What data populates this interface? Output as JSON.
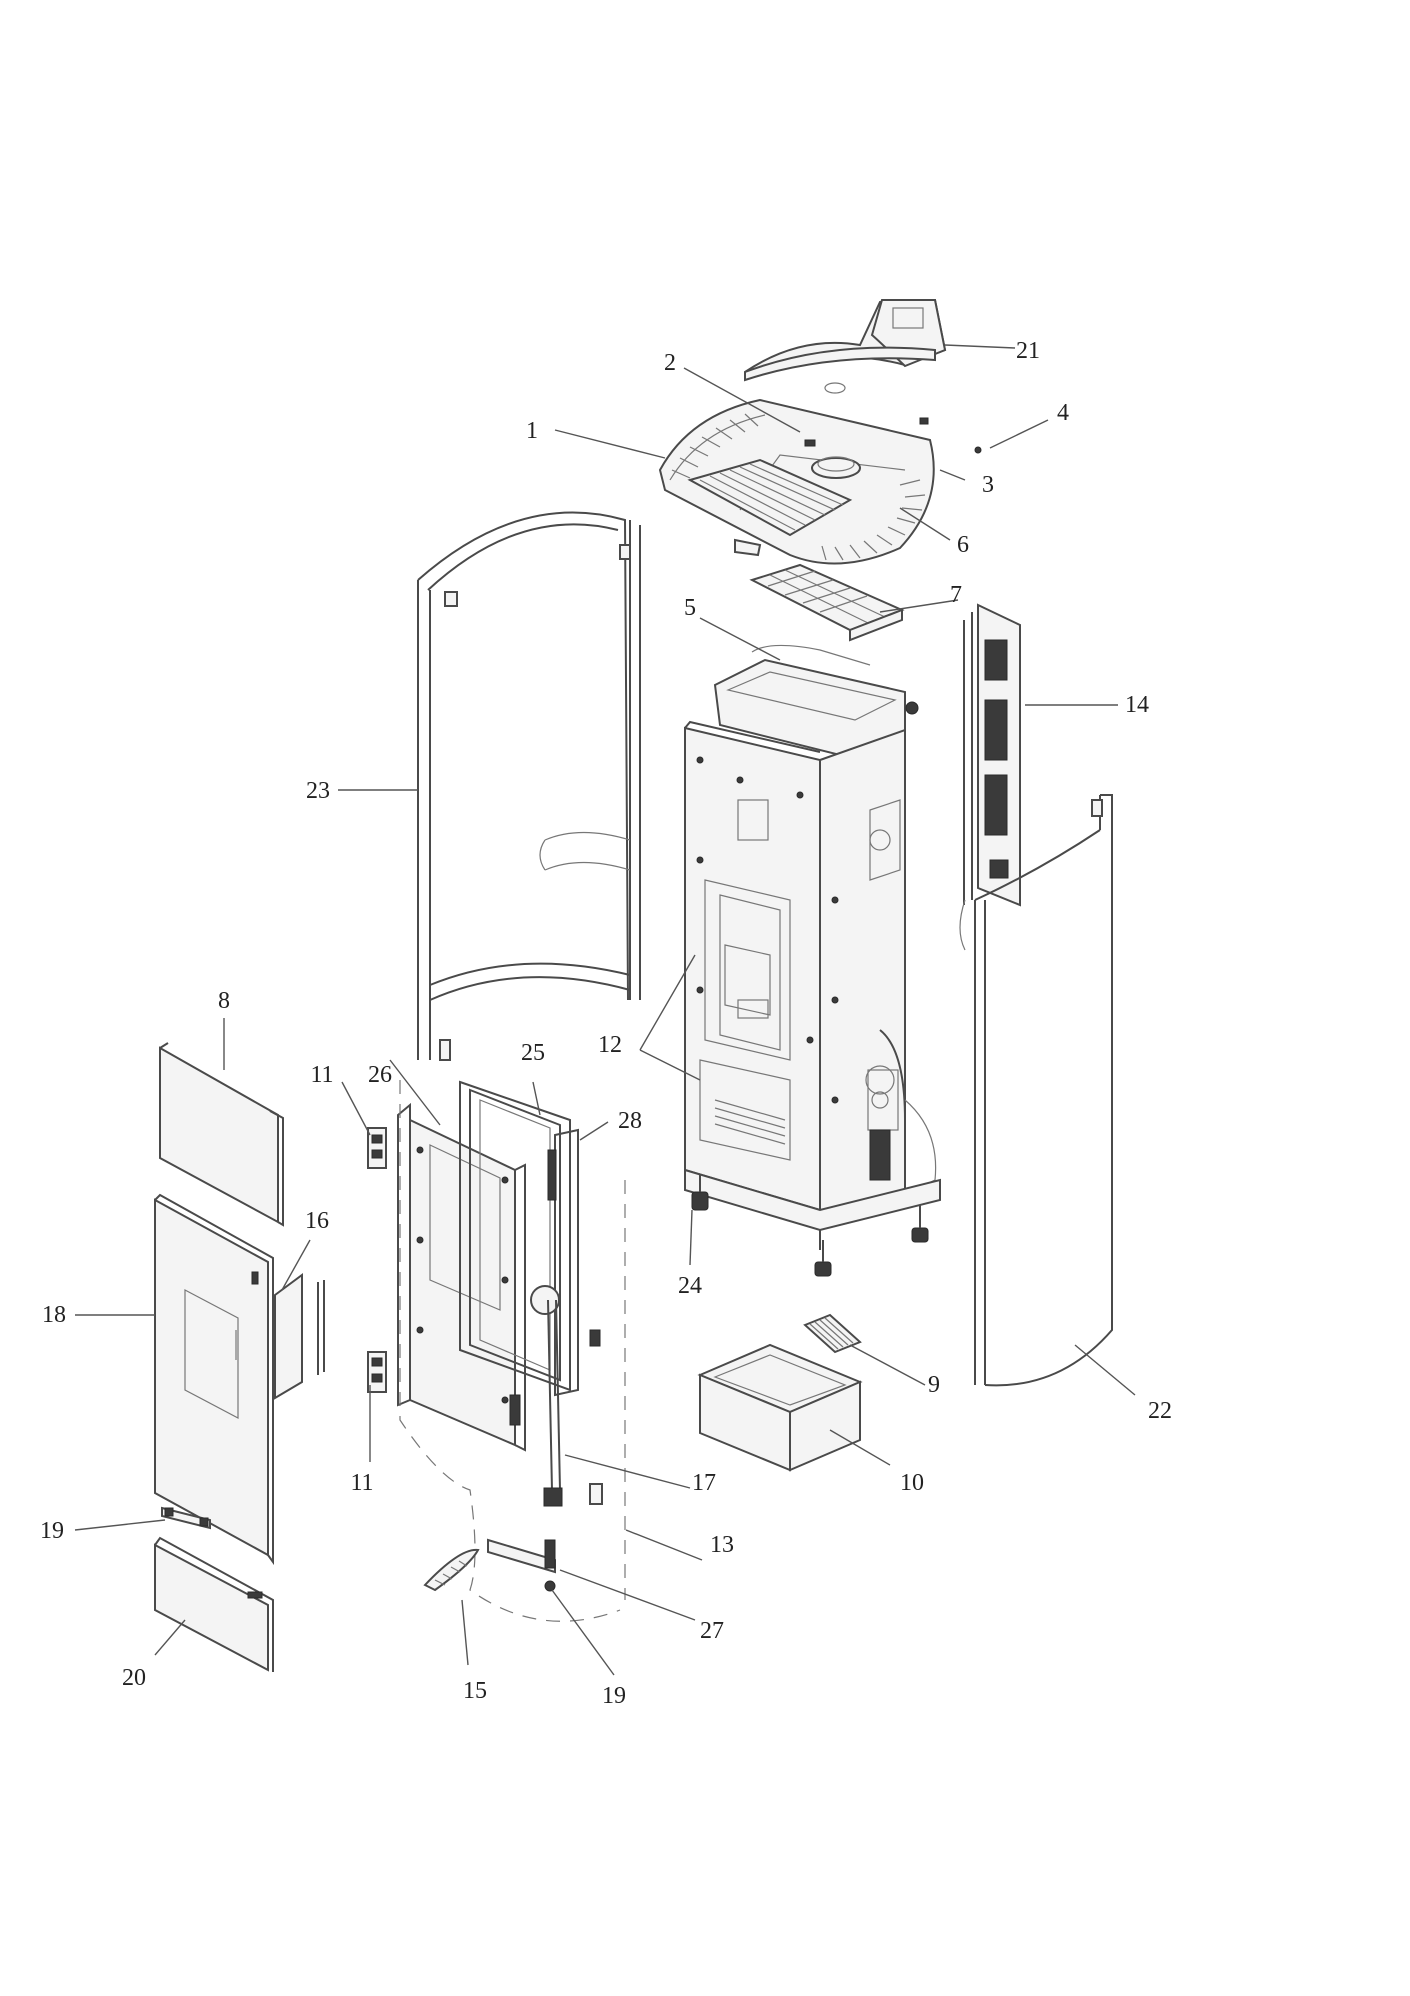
{
  "diagram": {
    "callouts": [
      {
        "id": "c1",
        "label": "1"
      },
      {
        "id": "c2",
        "label": "2"
      },
      {
        "id": "c3",
        "label": "3"
      },
      {
        "id": "c4",
        "label": "4"
      },
      {
        "id": "c5",
        "label": "5"
      },
      {
        "id": "c6",
        "label": "6"
      },
      {
        "id": "c7",
        "label": "7"
      },
      {
        "id": "c8",
        "label": "8"
      },
      {
        "id": "c9",
        "label": "9"
      },
      {
        "id": "c10",
        "label": "10"
      },
      {
        "id": "c11a",
        "label": "11"
      },
      {
        "id": "c11b",
        "label": "11"
      },
      {
        "id": "c12",
        "label": "12"
      },
      {
        "id": "c13",
        "label": "13"
      },
      {
        "id": "c14",
        "label": "14"
      },
      {
        "id": "c15",
        "label": "15"
      },
      {
        "id": "c16",
        "label": "16"
      },
      {
        "id": "c17",
        "label": "17"
      },
      {
        "id": "c18",
        "label": "18"
      },
      {
        "id": "c19a",
        "label": "19"
      },
      {
        "id": "c19b",
        "label": "19"
      },
      {
        "id": "c20",
        "label": "20"
      },
      {
        "id": "c21",
        "label": "21"
      },
      {
        "id": "c22",
        "label": "22"
      },
      {
        "id": "c23",
        "label": "23"
      },
      {
        "id": "c24",
        "label": "24"
      },
      {
        "id": "c25",
        "label": "25"
      },
      {
        "id": "c26",
        "label": "26"
      },
      {
        "id": "c27",
        "label": "27"
      },
      {
        "id": "c28",
        "label": "28"
      }
    ]
  }
}
